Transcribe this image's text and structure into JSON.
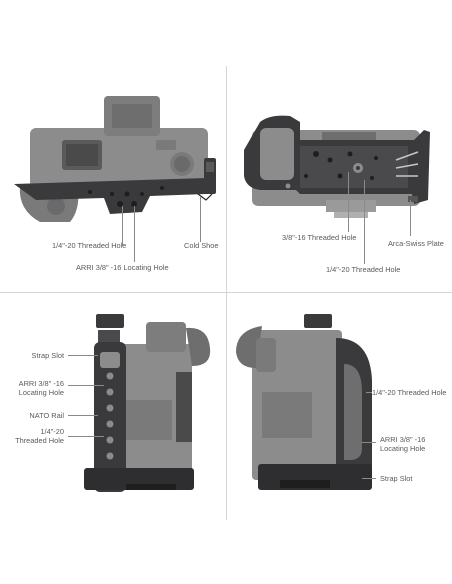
{
  "panels": {
    "top_left": {
      "labels": {
        "threaded_hole": "1/4\"-20 Threaded Hole",
        "cold_shoe": "Cold Shoe",
        "arri_locating": "ARRI 3/8\" -16 Locating Hole"
      }
    },
    "top_right": {
      "labels": {
        "threaded_hole_38": "3/8\"-16 Threaded Hole",
        "arca_swiss": "Arca-Swiss Plate",
        "threaded_hole_14": "1/4\"-20 Threaded Hole"
      }
    },
    "bottom_left": {
      "labels": {
        "strap_slot": "Strap Slot",
        "arri_locating": "ARRI 3/8\" -16\nLocating Hole",
        "nato_rail": "NATO Rail",
        "threaded_hole": "1/4\"-20\nThreaded Hole"
      }
    },
    "bottom_right": {
      "labels": {
        "threaded_hole": "1/4\"-20 Threaded Hole",
        "arri_locating": "ARRI 3/8\" -16\nLocating Hole",
        "strap_slot": "Strap Slot"
      }
    }
  },
  "colors": {
    "cage": "#3a3a3c",
    "camera": "#8c8c8c",
    "camera_dark": "#6e6e6e",
    "label_text": "#5a5a5a",
    "callout_line": "#8a8a8a"
  }
}
